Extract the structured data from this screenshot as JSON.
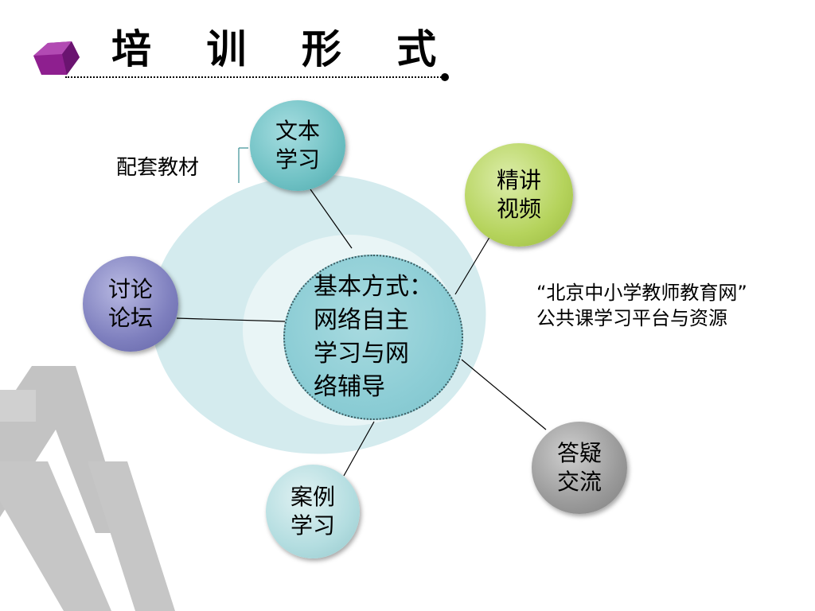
{
  "title": "培  训  形  式",
  "center": {
    "lines": [
      "基本方式：",
      "网络自主",
      "学习与网",
      "络辅导"
    ]
  },
  "nodes": {
    "text_study": [
      "文本",
      "学习"
    ],
    "video": [
      "精讲",
      "视频"
    ],
    "forum": [
      "讨论",
      "论坛"
    ],
    "qa": [
      "答疑",
      "交流"
    ],
    "case": [
      "案例",
      "学习"
    ]
  },
  "labels": {
    "materials": "配套教材",
    "platform_line1": "“北京中小学教师教育网”",
    "platform_line2": "公共课学习平台与资源"
  },
  "colors": {
    "teal_node": "#6fc1c4",
    "green_node": "#b5d35c",
    "purple_node": "#7e7fbe",
    "gray_node": "#8c8c8c",
    "pale_node": "#b3dde0",
    "back_circle": "#d4ebee",
    "gem": "#8e1f8f",
    "watermark": "#bdbdbd"
  }
}
